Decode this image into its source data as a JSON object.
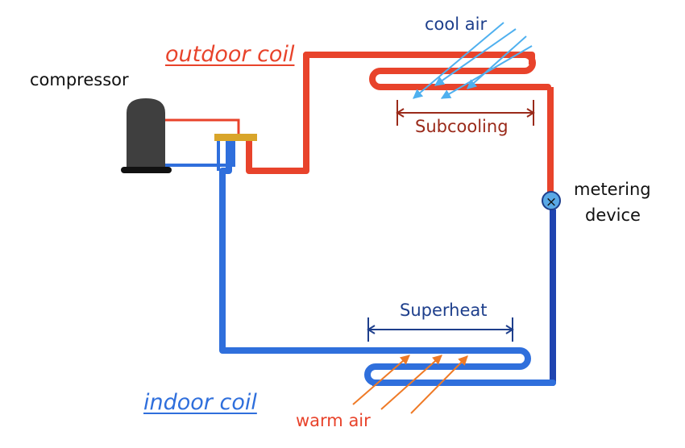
{
  "labels": {
    "compressor": "compressor",
    "outdoor_coil": "outdoor coil",
    "indoor_coil": "indoor coil",
    "cool_air": "cool air",
    "warm_air": "warm air",
    "subcooling": "Subcooling",
    "superheat": "Superheat",
    "metering_line1": "metering",
    "metering_line2": "device",
    "metering_symbol": "×"
  },
  "colors": {
    "hot_line": "#e8432b",
    "cold_line": "#2f6fdc",
    "cold_line_dark": "#1f44b0",
    "outdoor_label": "#e8432b",
    "indoor_label": "#2f6fdc",
    "cool_air_label": "#1e3f8c",
    "cool_air_arrows": "#4fb0ef",
    "warm_air_label": "#e8432b",
    "warm_air_arrows": "#ef7a26",
    "subcooling": "#9a2a1a",
    "superheat": "#1e3f8c",
    "compressor_body": "#3f3f3f",
    "compressor_base": "#111111",
    "reversing_valve": "#d9a52a",
    "metering_fill": "#5aa9e6"
  }
}
